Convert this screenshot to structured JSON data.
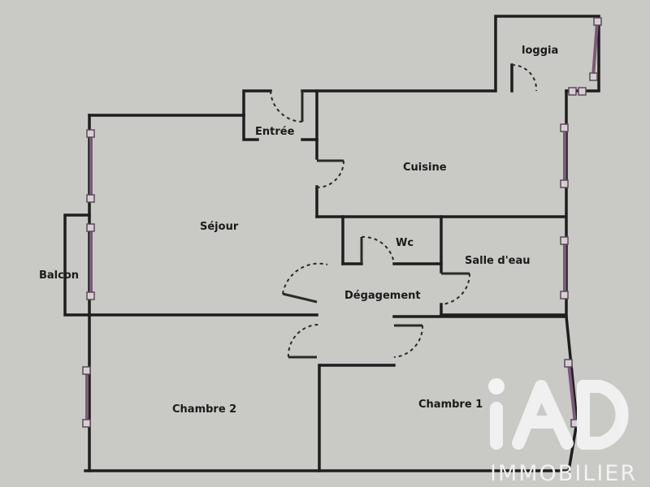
{
  "plan": {
    "rooms": {
      "loggia": "loggia",
      "entree": "Entrée",
      "cuisine": "Cuisine",
      "sejour": "Séjour",
      "wc": "Wc",
      "balcon": "Balcon",
      "salle_deau": "Salle d'eau",
      "degagement": "Dégagement",
      "chambre2": "Chambre 2",
      "chambre1": "Chambre 1"
    },
    "colors": {
      "walls": "#1e1e1e",
      "windows": "#7a5a78",
      "background": "#c9c9c5"
    }
  },
  "logo": {
    "brand": "iAD",
    "text": "IMMOBILIER"
  }
}
